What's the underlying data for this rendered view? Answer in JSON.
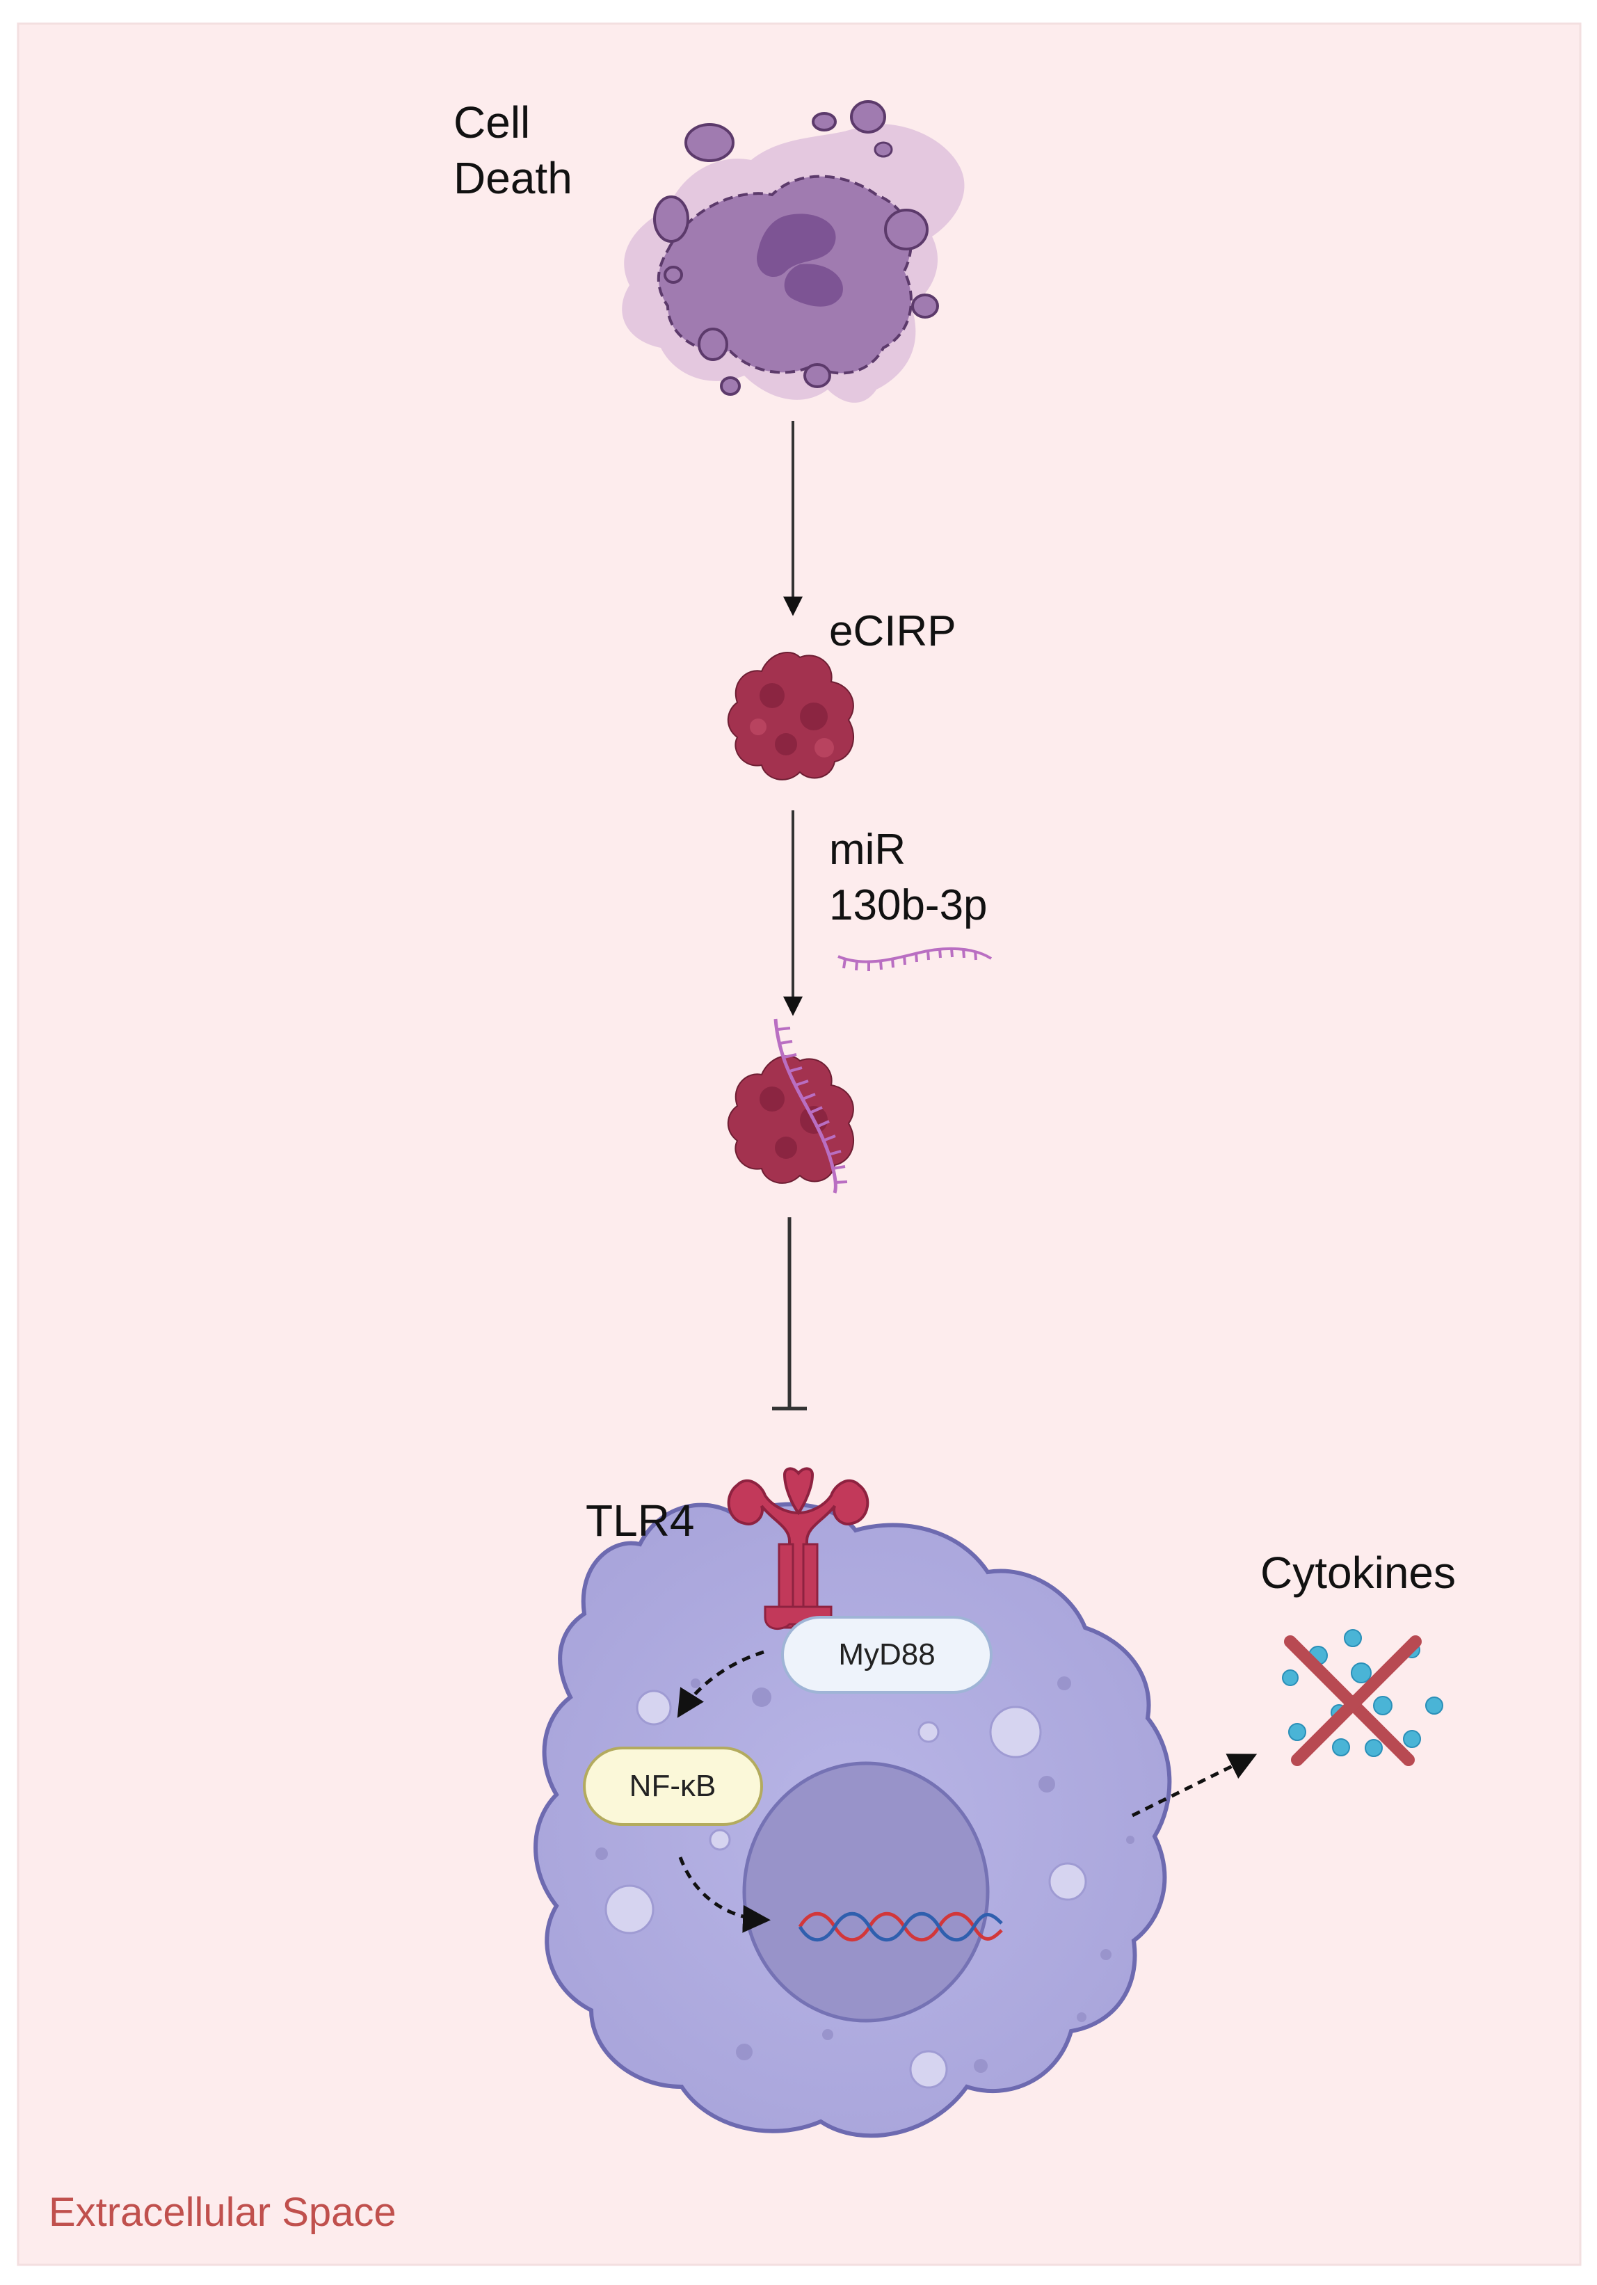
{
  "labels": {
    "cell_death": [
      "Cell",
      "Death"
    ],
    "ecirp": "eCIRP",
    "mir": [
      "miR",
      "130b-3p"
    ],
    "tlr4": "TLR4",
    "myd88": "MyD88",
    "nfkb": "NF-κB",
    "cytokines": "Cytokines",
    "region": "Extracellular Space"
  },
  "colors": {
    "background": "#fdeced",
    "dying_cell": "#a07bb0",
    "protein": "#a3324f",
    "rna": "#b96ec2",
    "receptor": "#c2395a",
    "cell": "#b0addf",
    "nucleus": "#9893c9",
    "myd88_fill": "#eef3fb",
    "nfkb_fill": "#fbf8d9",
    "cytokine": "#4ab4d6",
    "cross": "#b84a52",
    "region_label": "#c0504d"
  },
  "icons": [
    "dying-cell-icon",
    "ecirp-protein-icon",
    "mirna-strand-icon",
    "tlr4-receptor-icon",
    "dna-helix-icon",
    "cytokine-icon",
    "cross-icon"
  ]
}
